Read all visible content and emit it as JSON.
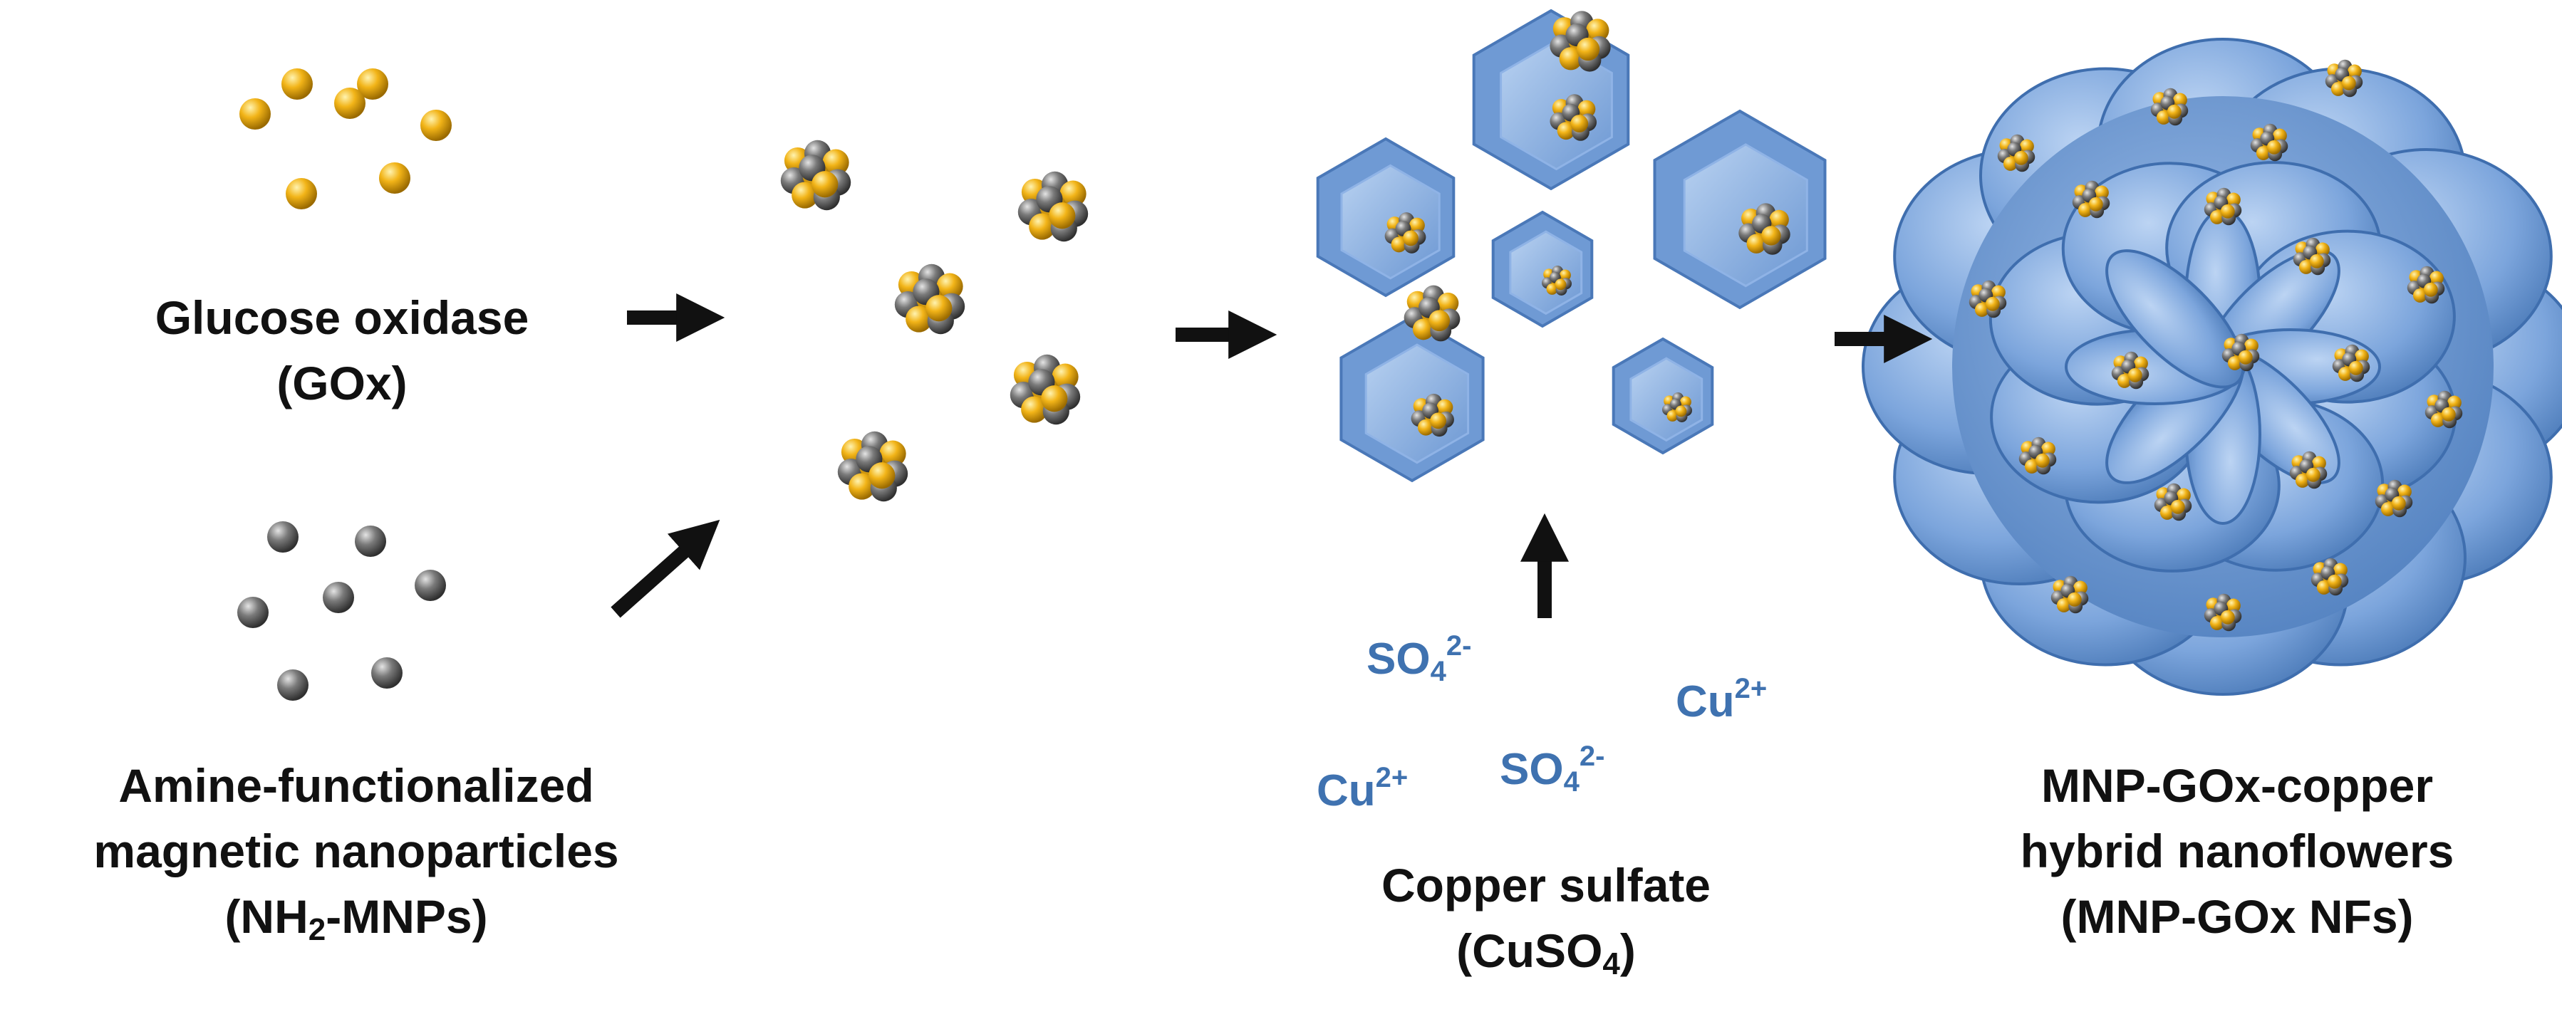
{
  "labels": {
    "gox_line1": "Glucose oxidase",
    "gox_line2": "(GOx)",
    "mnp_line1": "Amine-functionalized",
    "mnp_line2": "magnetic nanoparticles",
    "mnp_line3_pre": "(NH",
    "mnp_line3_sub": "2",
    "mnp_line3_post": "-MNPs)",
    "cuso4_line1": "Copper sulfate",
    "cuso4_line2_pre": "(CuSO",
    "cuso4_line2_sub": "4",
    "cuso4_line2_post": ")",
    "nf_line1": "MNP-GOx-copper",
    "nf_line2": "hybrid nanoflowers",
    "nf_line3": "(MNP-GOx NFs)"
  },
  "ions": {
    "sulfate_base": "SO",
    "sulfate_sub": "4",
    "sulfate_charge": "2-",
    "copper_base": "Cu",
    "copper_charge": "2+"
  },
  "colors": {
    "gold": "#f2b418",
    "gray": "#6e6e6e",
    "blue": "#5b8fd0",
    "blue_light": "#a9c6ec",
    "blue_dark": "#3a67a6",
    "ion_text": "#3f72b0",
    "arrow": "#111111"
  }
}
